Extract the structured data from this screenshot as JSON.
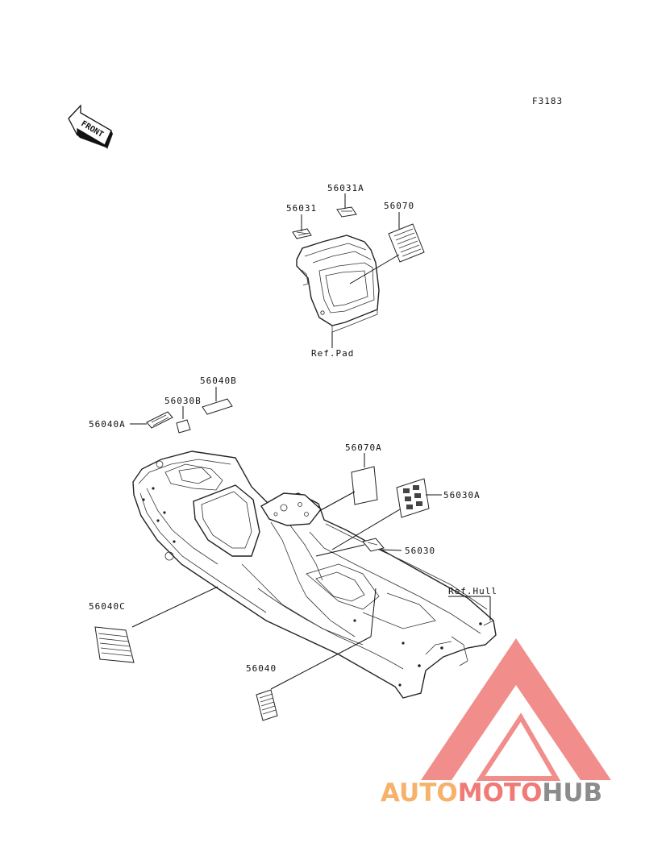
{
  "figure_code": "F3183",
  "front_arrow_text": "FRONT",
  "parts": {
    "p56031": "56031",
    "p56031A": "56031A",
    "p56070": "56070",
    "ref_pad": "Ref.Pad",
    "p56040B": "56040B",
    "p56030B": "56030B",
    "p56040A": "56040A",
    "p56070A": "56070A",
    "p56030A": "56030A",
    "p56030": "56030",
    "ref_hull": "Ref.Hull",
    "p56040C": "56040C",
    "p56040": "56040"
  },
  "watermark": {
    "part1": "AUTO",
    "part2": "MOTO",
    "part3": "HUB",
    "color_orange": "#f6b26b",
    "color_red": "#ef7a76",
    "color_gray": "#8c8c8c"
  }
}
